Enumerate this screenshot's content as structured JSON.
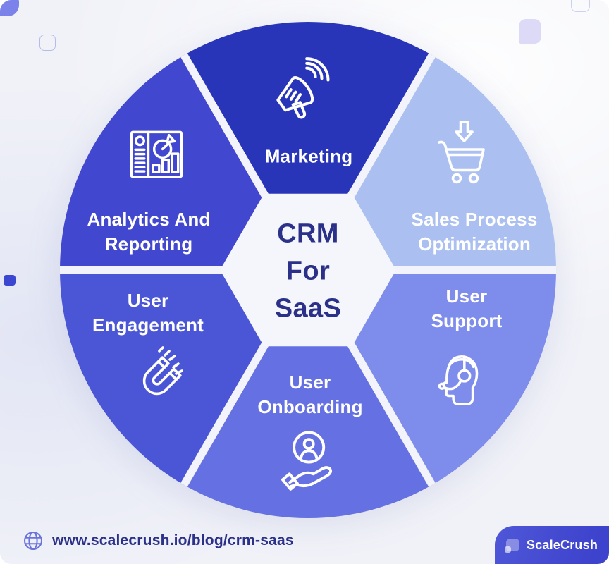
{
  "theme": {
    "page_bg": "#f1f2f8",
    "navy": "#2b3189",
    "segment_text": "#ffffff",
    "globe": "#6b74dd",
    "badge_a": "#4f57d8",
    "badge_b": "#3d43cc"
  },
  "wheel": {
    "gap_color": "#f3f4fb",
    "hexagon_fill": "#f5f6fc"
  },
  "center": {
    "lines": [
      "CRM",
      "For",
      "SaaS"
    ]
  },
  "segments": [
    {
      "name": "Marketing",
      "label_lines": [
        "Marketing"
      ],
      "color": "#2835b9",
      "icon": "megaphone-icon"
    },
    {
      "name": "Sales Process Optimization",
      "label_lines": [
        "Sales Process",
        "Optimization"
      ],
      "color": "#abc0f0",
      "icon": "cart-download-icon"
    },
    {
      "name": "User Support",
      "label_lines": [
        "User",
        "Support"
      ],
      "color": "#7e8ceb",
      "icon": "headset-icon"
    },
    {
      "name": "User Onboarding",
      "label_lines": [
        "User",
        "Onboarding"
      ],
      "color": "#6571e2",
      "icon": "hand-user-icon"
    },
    {
      "name": "User Engagement",
      "label_lines": [
        "User",
        "Engagement"
      ],
      "color": "#4a56d6",
      "icon": "magnet-icon"
    },
    {
      "name": "Analytics And Reporting",
      "label_lines": [
        "Analytics And",
        "Reporting"
      ],
      "color": "#4147ce",
      "icon": "dashboard-chart-icon"
    }
  ],
  "footer": {
    "url": "www.scalecrush.io/blog/crm-saas",
    "brand": "ScaleCrush"
  }
}
